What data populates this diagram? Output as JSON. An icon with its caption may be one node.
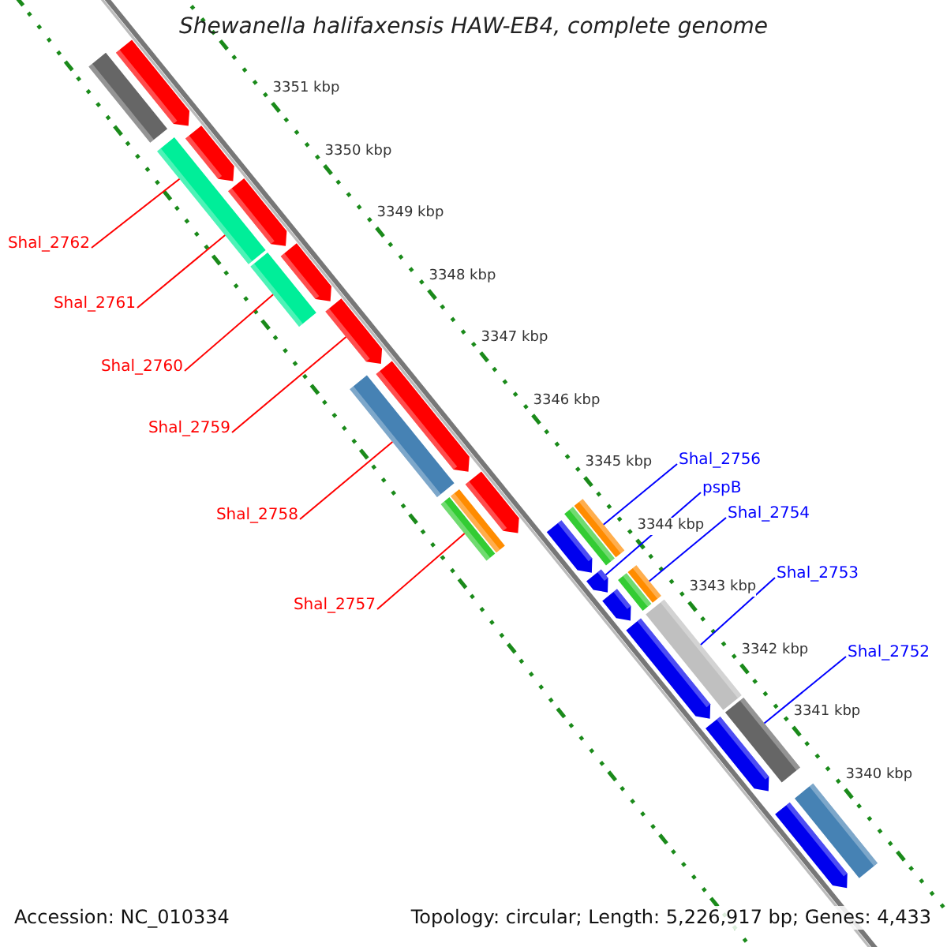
{
  "diagram": {
    "title": "Shewanella halifaxensis HAW-EB4, complete genome",
    "nodes": [
      {
        "text": [
          "Shal_2762"
        ]
      },
      {
        "text": [
          "Shal_2761"
        ]
      },
      {
        "text": [
          "Shal_2760"
        ]
      },
      {
        "text": [
          "Shal_2759"
        ]
      },
      {
        "text": [
          "Shal_2758"
        ]
      },
      {
        "text": [
          "Shal_2757"
        ]
      },
      {
        "text": [
          "Shal_2756"
        ]
      },
      {
        "text": [
          "pspB"
        ]
      },
      {
        "text": [
          "Shal_2754"
        ]
      },
      {
        "text": [
          "Shal_2753"
        ]
      },
      {
        "text": [
          "Shal_2752"
        ]
      },
      {
        "text": [],
        "shape": "bar"
      },
      {
        "text": [],
        "shape": "pentagon"
      },
      {
        "text": [],
        "shape": "bar"
      },
      {
        "text": [],
        "shape": "pentagon"
      },
      {
        "text": [],
        "shape": "pentagon"
      },
      {
        "text": [],
        "shape": "bar"
      },
      {
        "text": [],
        "shape": "pentagon"
      },
      {
        "text": [],
        "shape": "pentagon"
      },
      {
        "text": [],
        "shape": "bar"
      },
      {
        "text": [],
        "shape": "pentagon"
      },
      {
        "text": [],
        "shape": "pentagon"
      },
      {
        "text": [],
        "shape": "bar"
      },
      {
        "text": [],
        "shape": "bar"
      },
      {
        "text": [],
        "shape": "bar"
      },
      {
        "text": [],
        "shape": "bar"
      },
      {
        "text": [],
        "shape": "pentagon"
      },
      {
        "text": [],
        "shape": "pentagon"
      },
      {
        "text": [],
        "shape": "bar"
      },
      {
        "text": [],
        "shape": "bar"
      },
      {
        "text": [],
        "shape": "pentagon"
      },
      {
        "text": [],
        "shape": "pentagon"
      },
      {
        "text": [],
        "shape": "bar"
      },
      {
        "text": [],
        "shape": "pentagon"
      },
      {
        "text": [],
        "shape": "bar"
      },
      {
        "text": [],
        "shape": "pentagon"
      },
      {
        "text": [],
        "shape": "bar"
      }
    ],
    "edges": [
      {
        "from": 0,
        "to": 13,
        "arrow": "none"
      },
      {
        "from": 1,
        "to": 13,
        "arrow": "none"
      },
      {
        "from": 2,
        "to": 16,
        "arrow": "none"
      },
      {
        "from": 3,
        "to": 18,
        "arrow": "none"
      },
      {
        "from": 4,
        "to": 19,
        "arrow": "none"
      },
      {
        "from": 5,
        "to": 22,
        "arrow": "none"
      },
      {
        "from": 6,
        "to": 25,
        "arrow": "none",
        "color": "#0000ff"
      },
      {
        "from": 7,
        "to": 27,
        "arrow": "none",
        "color": "#0000ff"
      },
      {
        "from": 8,
        "to": 29,
        "arrow": "none",
        "color": "#0000ff"
      },
      {
        "from": 9,
        "to": 32,
        "arrow": "none",
        "color": "#0000ff"
      },
      {
        "from": 10,
        "to": 34,
        "arrow": "none",
        "color": "#0000ff"
      }
    ],
    "labels": [
      "3351 kbp",
      "3350 kbp",
      "3349 kbp",
      "3348 kbp",
      "3347 kbp",
      "3346 kbp",
      "3345 kbp",
      "3344 kbp",
      "3343 kbp",
      "3342 kbp",
      "3341 kbp",
      "3340 kbp",
      "Accession: NC_010334",
      "Topology: circular; Length: 5,226,917 bp; Genes: 4,433"
    ]
  }
}
